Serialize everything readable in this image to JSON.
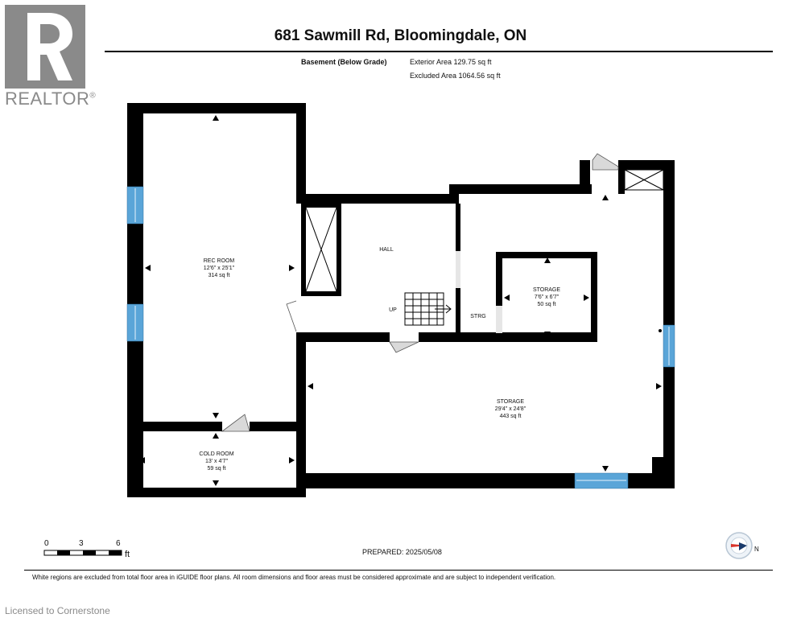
{
  "brand": {
    "logo_text": "REALTOR"
  },
  "title": "681 Sawmill Rd, Bloomingdale, ON",
  "level": {
    "name": "Basement (Below Grade)",
    "exterior_area": "Exterior Area 129.75 sq ft",
    "excluded_area": "Excluded Area 1064.56 sq ft"
  },
  "rooms": {
    "rec_room": {
      "name": "REC ROOM",
      "dims": "12'6\" x 25'1\"",
      "area": "314 sq ft"
    },
    "hall": {
      "name": "HALL"
    },
    "stairs_up": {
      "label": "UP"
    },
    "strg": {
      "name": "STRG"
    },
    "storage_small": {
      "name": "STORAGE",
      "dims": "7'6\" x 6'7\"",
      "area": "50 sq ft"
    },
    "storage_large": {
      "name": "STORAGE",
      "dims": "29'4\" x 24'8\"",
      "area": "443 sq ft"
    },
    "cold_room": {
      "name": "COLD ROOM",
      "dims": "13' x 4'7\"",
      "area": "59 sq ft"
    }
  },
  "scale": {
    "ticks": [
      "0",
      "3",
      "6"
    ],
    "unit": "ft"
  },
  "compass": {
    "label": "N"
  },
  "prepared": "PREPARED: 2025/05/08",
  "disclaimer": "White regions are excluded from total floor area in iGUIDE floor plans. All room dimensions and floor areas must be considered approximate and are subject to independent verification.",
  "licensed": "Licensed to Cornerstone",
  "colors": {
    "wall": "#000000",
    "window": "#5aa5d8",
    "logo_gray": "#8a8a8a",
    "door_fill": "#d9d9d9"
  }
}
